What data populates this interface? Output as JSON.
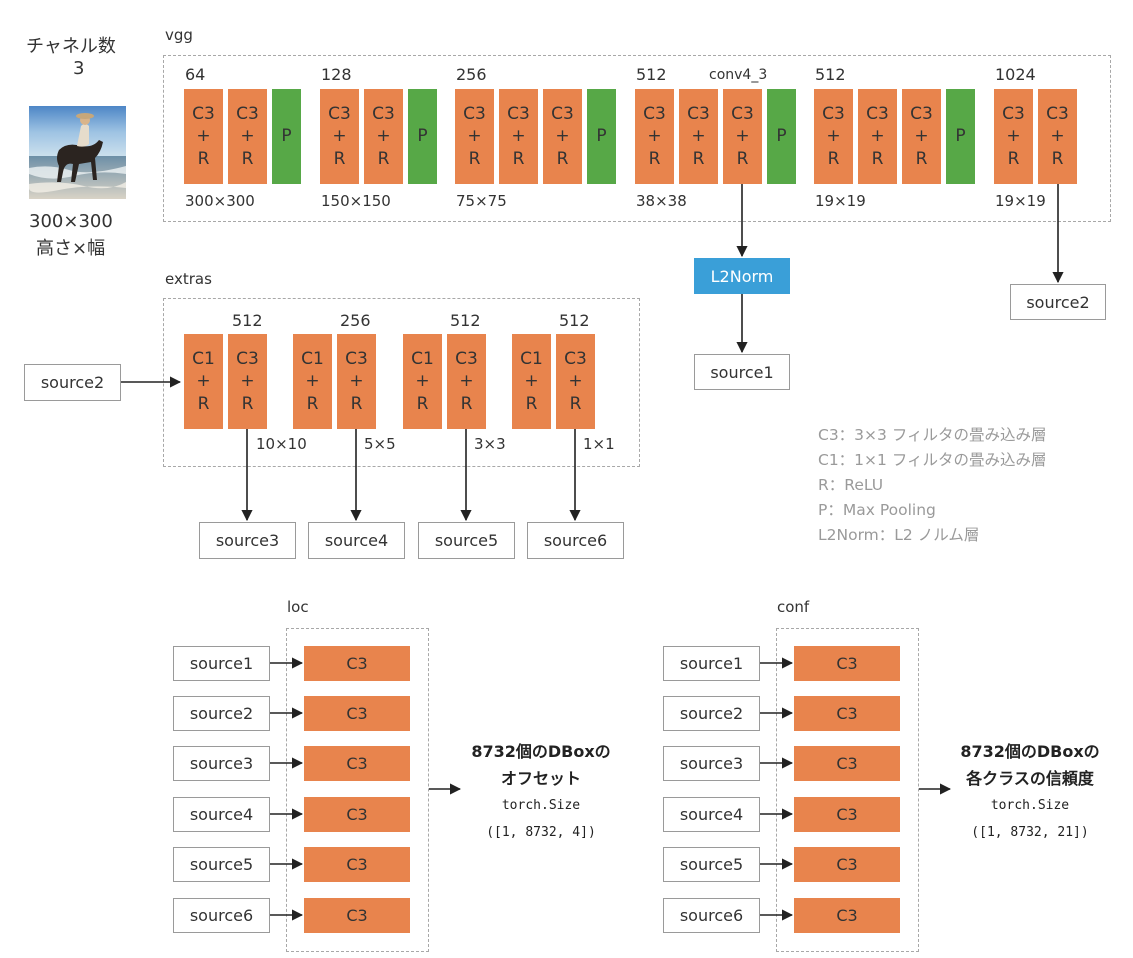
{
  "input": {
    "channels_label": "チャネル数",
    "channels": "3",
    "size": "300×300",
    "size_sub": "高さ×幅"
  },
  "vgg": {
    "title": "vgg",
    "conv4_label": "conv4_3",
    "stages": [
      {
        "channels": "64",
        "size": "300×300",
        "convs": [
          "C3",
          "C3"
        ],
        "pool": "P"
      },
      {
        "channels": "128",
        "size": "150×150",
        "convs": [
          "C3",
          "C3"
        ],
        "pool": "P"
      },
      {
        "channels": "256",
        "size": "75×75",
        "convs": [
          "C3",
          "C3",
          "C3"
        ],
        "pool": "P"
      },
      {
        "channels": "512",
        "size": "38×38",
        "convs": [
          "C3",
          "C3",
          "C3"
        ],
        "pool": "P"
      },
      {
        "channels": "512",
        "size": "19×19",
        "convs": [
          "C3",
          "C3",
          "C3"
        ],
        "pool": "P"
      },
      {
        "channels": "1024",
        "size": "19×19",
        "convs": [
          "C3",
          "C3"
        ],
        "pool": ""
      }
    ],
    "relu_plus": "+",
    "relu": "R",
    "l2norm": "L2Norm",
    "source1": "source1",
    "source2": "source2"
  },
  "extras": {
    "title": "extras",
    "input": "source2",
    "stages": [
      {
        "channels": "512",
        "size": "10×10",
        "b1": "C1",
        "b2": "C3",
        "source": "source3"
      },
      {
        "channels": "256",
        "size": "5×5",
        "b1": "C1",
        "b2": "C3",
        "source": "source4"
      },
      {
        "channels": "512",
        "size": "3×3",
        "b1": "C1",
        "b2": "C3",
        "source": "source5"
      },
      {
        "channels": "512",
        "size": "1×1",
        "b1": "C1",
        "b2": "C3",
        "source": "source6"
      }
    ]
  },
  "legend": [
    "C3：3×3 フィルタの畳み込み層",
    "C1：1×1 フィルタの畳み込み層",
    "R：ReLU",
    "P：Max Pooling",
    "L2Norm：L2 ノルム層"
  ],
  "loc": {
    "title": "loc",
    "sources": [
      "source1",
      "source2",
      "source3",
      "source4",
      "source5",
      "source6"
    ],
    "layer": "C3",
    "output_line1": "8732個のDBoxの",
    "output_line2": "オフセット",
    "output_code1": "torch.Size",
    "output_code2": "([1, 8732, 4])"
  },
  "conf": {
    "title": "conf",
    "sources": [
      "source1",
      "source2",
      "source3",
      "source4",
      "source5",
      "source6"
    ],
    "layer": "C3",
    "output_line1": "8732個のDBoxの",
    "output_line2": "各クラスの信頼度",
    "output_code1": "torch.Size",
    "output_code2": "([1, 8732, 21])"
  },
  "colors": {
    "conv": "#e8844d",
    "pool": "#57a847",
    "l2norm": "#3a9fd8",
    "dashed": "#a8a8a8"
  },
  "icons": {
    "input_image": "horse-rider-photo"
  }
}
